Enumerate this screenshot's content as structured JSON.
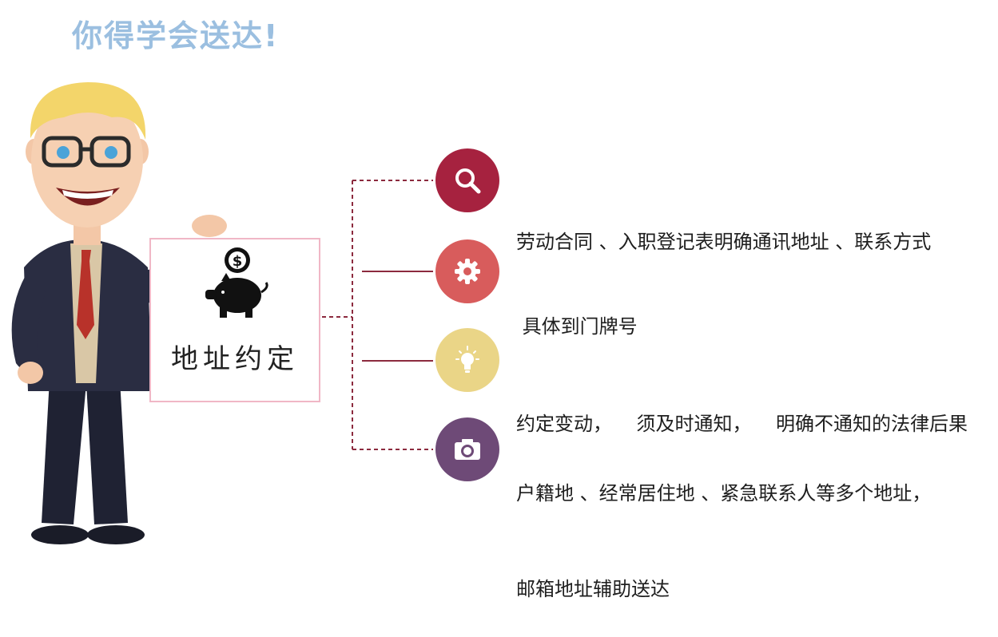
{
  "title": "你得学会送达!",
  "card": {
    "label": "地址约定"
  },
  "items": [
    {
      "icon": "search-icon",
      "color": "#a6223f",
      "lines": [
        "劳动合同 、入职登记表明确通讯地址 、联系方式"
      ]
    },
    {
      "icon": "gear-icon",
      "color": "#d85c5c",
      "lines": [
        " 具体到门牌号"
      ]
    },
    {
      "icon": "lightbulb-icon",
      "color": "#ead587",
      "lines": [
        "约定变动，    须及时通知，    明确不通知的法律后果"
      ]
    },
    {
      "icon": "camera-icon",
      "color": "#6e4a77",
      "lines": [
        "户籍地 、经常居住地 、紧急联系人等多个地址，",
        "邮箱地址辅助送达"
      ]
    }
  ],
  "colors": {
    "title": "#9bbfe0",
    "connector": "#8c2a3e",
    "card_border": "#f0b7c6"
  }
}
